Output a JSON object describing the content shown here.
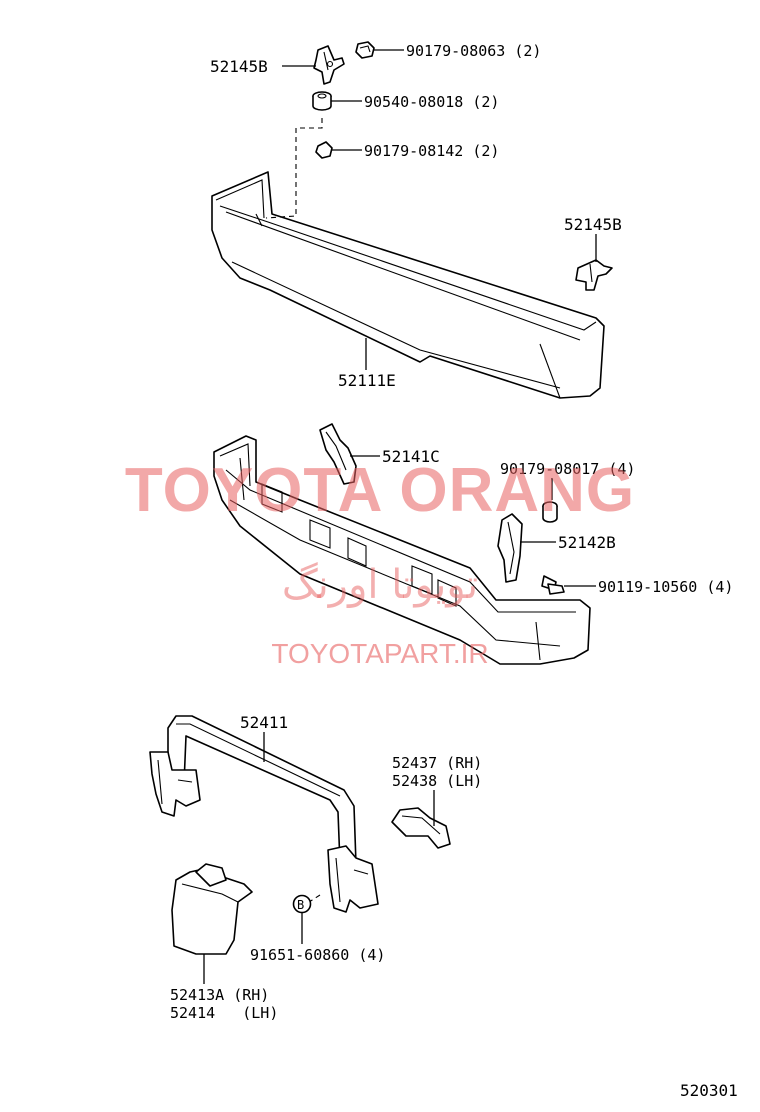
{
  "labels": {
    "p52145b_top": "52145B",
    "p90179_08063": "90179-08063 (2)",
    "p90540_08018": "90540-08018 (2)",
    "p90179_08142": "90179-08142 (2)",
    "p52145b_right": "52145B",
    "p52111e": "52111E",
    "p52141c": "52141C",
    "p90179_08017": "90179-08017 (4)",
    "p52142b": "52142B",
    "p90119_10560": "90119-10560 (4)",
    "p52411": "52411",
    "p52437": "52437 (RH)",
    "p52438": "52438 (LH)",
    "ref_b": "B",
    "p91651_60860": "91651-60860 (4)",
    "p52413a": "52413A (RH)",
    "p52414": "52414   (LH)",
    "diagram_code": "520301"
  },
  "watermark": {
    "brand": "TOYOTA ORANG",
    "brand_fa": "تویوتا اورنگ",
    "url": "TOYOTAPART.IR",
    "color": "#e86060"
  }
}
